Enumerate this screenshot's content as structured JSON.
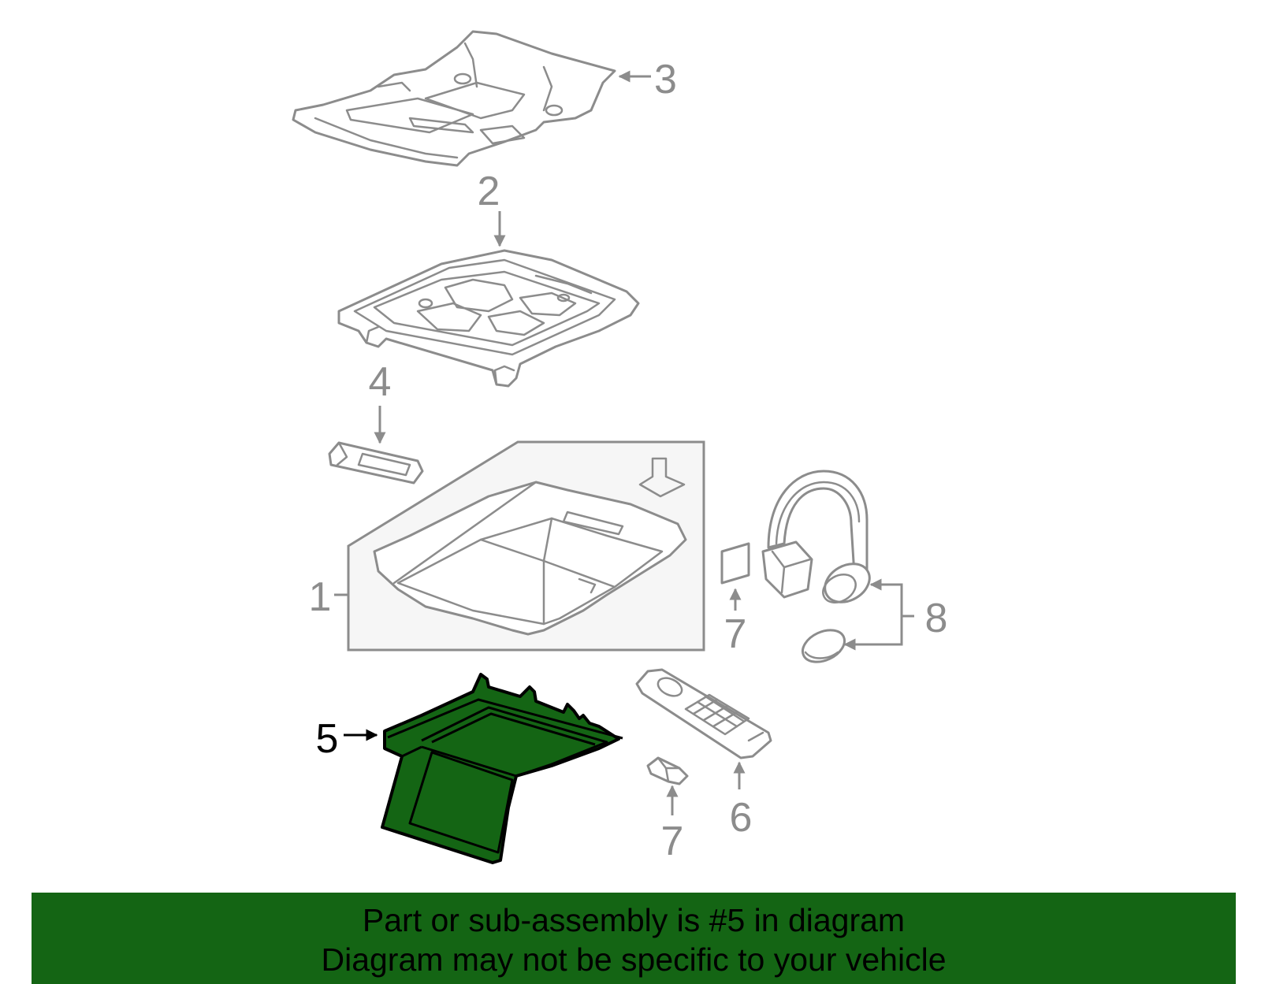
{
  "callouts": {
    "c1": "1",
    "c2": "2",
    "c3": "3",
    "c4": "4",
    "c5": "5",
    "c6": "6",
    "c7a": "7",
    "c7b": "7",
    "c8": "8"
  },
  "highlighted_part": "5",
  "colors": {
    "highlight_fill": "#146514",
    "line": "#8c8c8c",
    "banner_bg": "#146514"
  },
  "banner": {
    "line1": "Part or sub-assembly is #5 in diagram",
    "line2": "Diagram may not be specific to your vehicle"
  }
}
